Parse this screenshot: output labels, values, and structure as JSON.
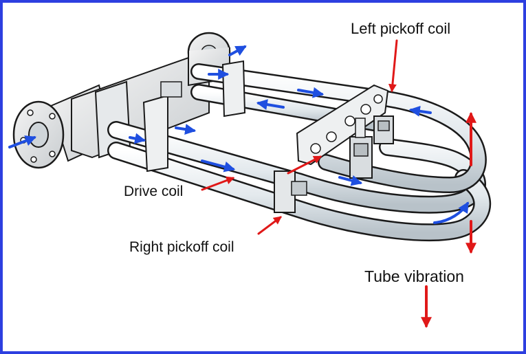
{
  "labels": {
    "left_pickoff": "Left pickoff coil",
    "drive_coil": "Drive coil",
    "right_pickoff": "Right pickoff coil",
    "tube_vibration": "Tube vibration"
  },
  "colors": {
    "frame_border": "#2d3fe0",
    "flow_arrow": "#1f4fe0",
    "callout_arrow": "#e01818",
    "tube": "#e9eef1",
    "outline": "#1a1a1a"
  }
}
